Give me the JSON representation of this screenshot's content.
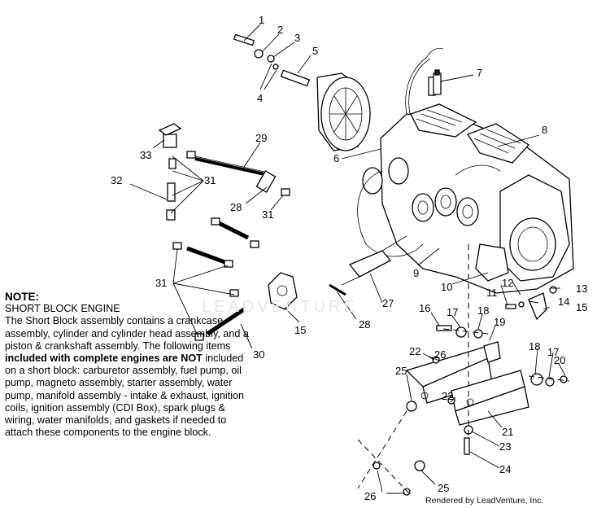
{
  "callouts": {
    "c1": "1",
    "c2": "2",
    "c3": "3",
    "c4": "4",
    "c5": "5",
    "c6": "6",
    "c7": "7",
    "c8": "8",
    "c9": "9",
    "c10": "10",
    "c11": "11",
    "c12": "12",
    "c13": "13",
    "c14": "14",
    "c15": "15",
    "c16": "16",
    "c17": "17",
    "c18": "18",
    "c19": "19",
    "c20": "20",
    "c21": "21",
    "c22": "22",
    "c23": "23",
    "c24": "24",
    "c25": "25",
    "c26": "26",
    "c27": "27",
    "c28": "28",
    "c29": "29",
    "c30": "30",
    "c31": "31",
    "c32": "32",
    "c33": "33"
  },
  "note": {
    "heading": "NOTE:",
    "subheading": "SHORT BLOCK ENGINE",
    "text_1": "The Short Block assembly contains a crankcase assembly, cylinder and cylinder head assembly, and a piston & crankshaft assembly.  The following items ",
    "text_bold_1": "included with complete engines are ",
    "text_bold_2": "NOT",
    "text_2": " included on a short block:  carburetor assembly, fuel pump, oil pump, magneto assembly, starter assembly, water pump, manifold assembly - intake & exhaust, ignition coils, ignition assembly (CDI Box), spark plugs & wiring, water manifolds, and gaskets if needed to attach these components to the engine block."
  },
  "credit": "Rendered by LeadVenture, Inc.",
  "watermark": "LEADVENTURE"
}
